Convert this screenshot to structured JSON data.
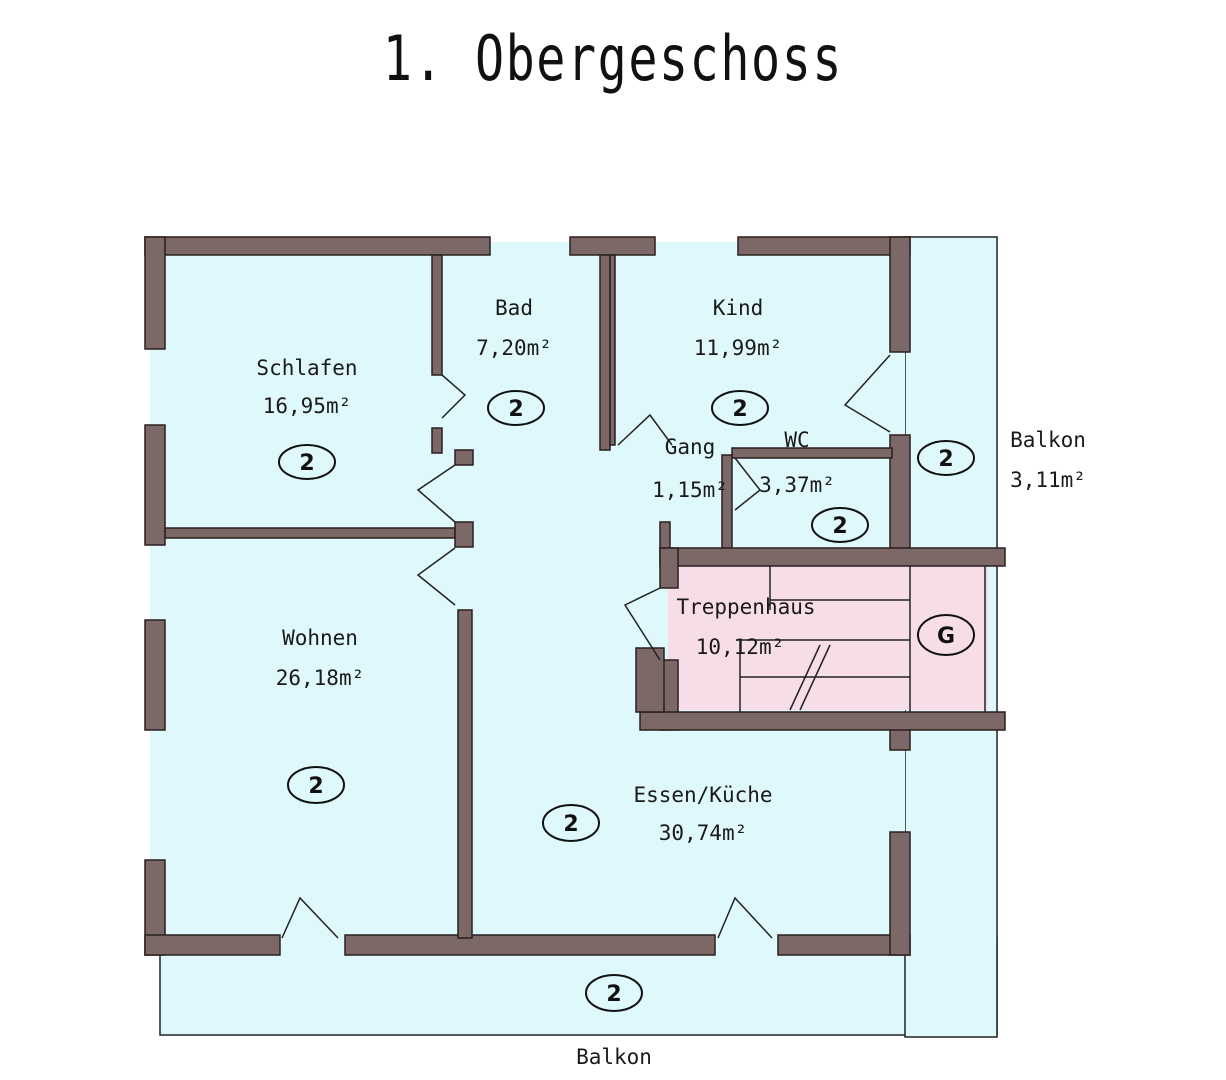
{
  "title": "1. Obergeschoss",
  "colors": {
    "room": "#dff8fb",
    "stair": "#f7dde8",
    "wall": "#7d6868"
  },
  "rooms": [
    {
      "name": "Schlafen",
      "area": "16,95m²",
      "tag": "2"
    },
    {
      "name": "Bad",
      "area": "7,20m²",
      "tag": "2"
    },
    {
      "name": "Kind",
      "area": "11,99m²",
      "tag": "2"
    },
    {
      "name": "Gang",
      "area": "1,15m²"
    },
    {
      "name": "WC",
      "area": "3,37m²",
      "tag": "2"
    },
    {
      "name": "Balkon",
      "area": "3,11m²",
      "tag": "2"
    },
    {
      "name": "Treppenhaus",
      "area": "10,12m²",
      "tag": "G"
    },
    {
      "name": "Wohnen",
      "area": "26,18m²",
      "tag": "2"
    },
    {
      "name": "Essen/Küche",
      "area": "30,74m²",
      "tag": "2"
    },
    {
      "name": "Balkon",
      "tag": "2"
    }
  ]
}
